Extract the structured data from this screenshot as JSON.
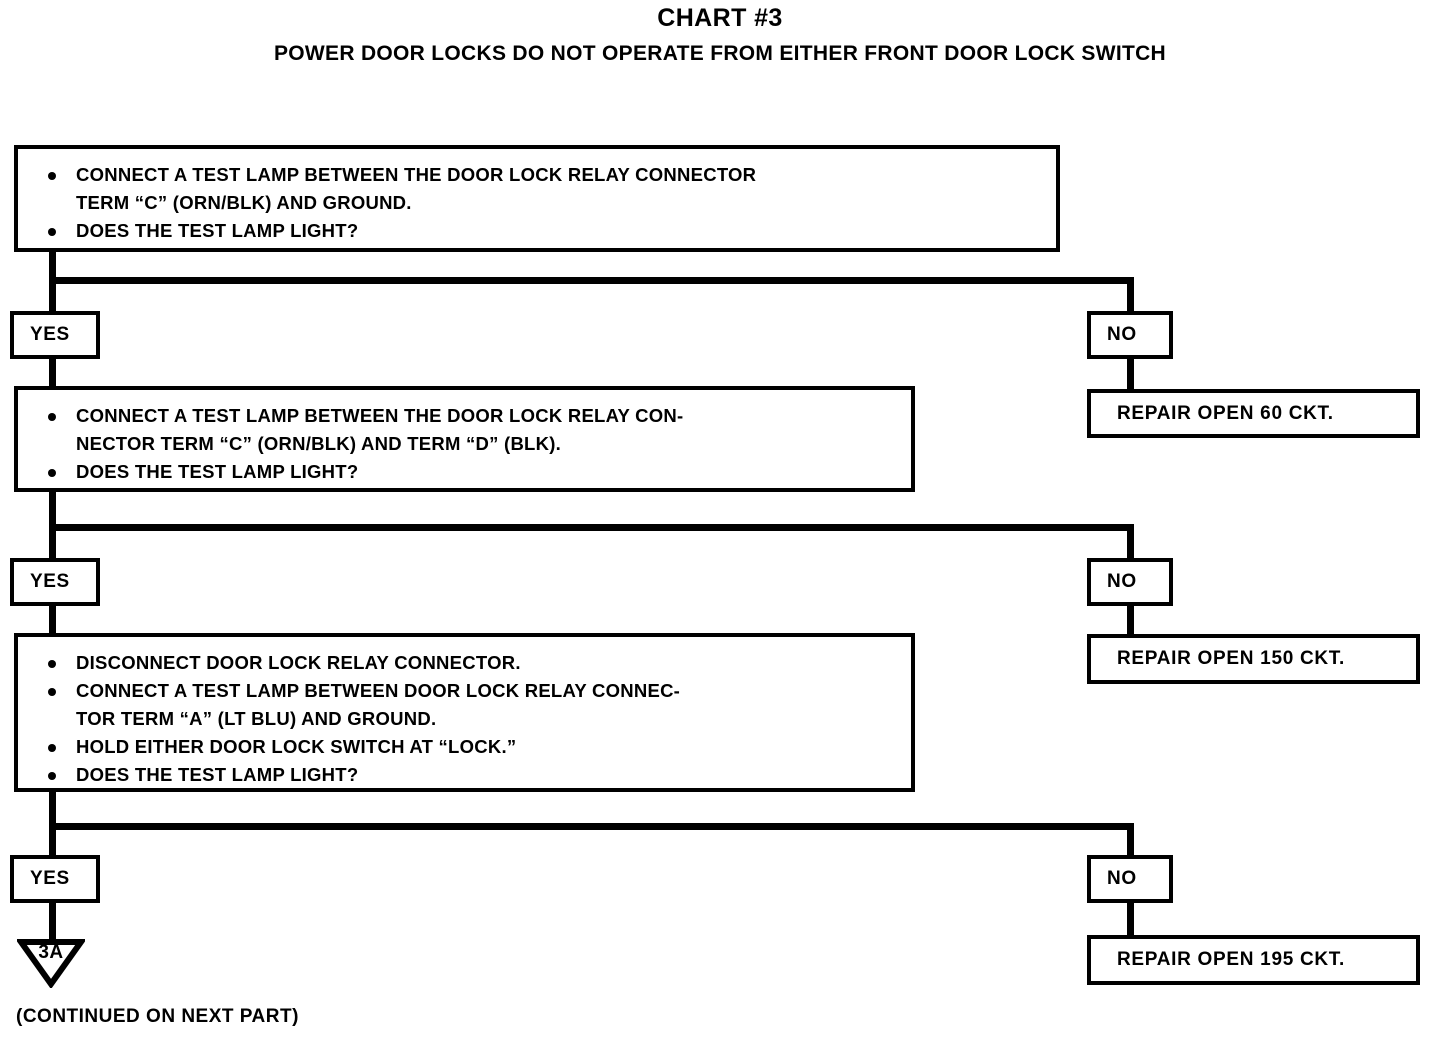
{
  "title": "CHART #3",
  "subtitle": "POWER DOOR LOCKS DO NOT OPERATE FROM EITHER FRONT DOOR LOCK SWITCH",
  "colors": {
    "ink": "#000000",
    "paper": "#ffffff"
  },
  "steps": [
    {
      "id": "step-1",
      "bullets": [
        "CONNECT A TEST LAMP BETWEEN THE DOOR LOCK RELAY CONNECTOR\nTERM “C” (ORN/BLK) AND GROUND.",
        "DOES THE TEST LAMP LIGHT?"
      ],
      "yes_label": "YES",
      "no_label": "NO",
      "no_result": "REPAIR OPEN 60 CKT."
    },
    {
      "id": "step-2",
      "bullets": [
        "CONNECT A TEST LAMP BETWEEN THE DOOR LOCK RELAY CON-\nNECTOR TERM “C” (ORN/BLK) AND TERM “D” (BLK).",
        "DOES THE TEST LAMP LIGHT?"
      ],
      "yes_label": "YES",
      "no_label": "NO",
      "no_result": "REPAIR OPEN 150 CKT."
    },
    {
      "id": "step-3",
      "bullets": [
        "DISCONNECT DOOR LOCK RELAY CONNECTOR.",
        "CONNECT A TEST LAMP BETWEEN DOOR LOCK RELAY CONNEC-\nTOR TERM “A” (LT BLU) AND GROUND.",
        "HOLD EITHER DOOR LOCK SWITCH AT “LOCK.”",
        "DOES THE TEST LAMP LIGHT?"
      ],
      "yes_label": "YES",
      "no_label": "NO",
      "no_result": "REPAIR OPEN 195 CKT."
    }
  ],
  "offpage_connector": {
    "label": "3A"
  },
  "footer_note": "(CONTINUED ON NEXT  PART)",
  "chart_data": {
    "type": "flowchart",
    "title": "CHART #3",
    "subtitle": "POWER DOOR LOCKS DO NOT OPERATE FROM EITHER FRONT DOOR LOCK SWITCH",
    "orientation": "top-to-bottom",
    "nodes": [
      {
        "id": "q1",
        "kind": "question",
        "text": "CONNECT A TEST LAMP BETWEEN THE DOOR LOCK RELAY CONNECTOR TERM “C” (ORN/BLK) AND GROUND. / DOES THE TEST LAMP LIGHT?"
      },
      {
        "id": "q1-yes",
        "kind": "branch",
        "text": "YES"
      },
      {
        "id": "q1-no",
        "kind": "branch",
        "text": "NO"
      },
      {
        "id": "r1",
        "kind": "action",
        "text": "REPAIR OPEN 60 CKT."
      },
      {
        "id": "q2",
        "kind": "question",
        "text": "CONNECT A TEST LAMP BETWEEN THE DOOR LOCK RELAY CONNECTOR TERM “C” (ORN/BLK) AND TERM “D” (BLK). / DOES THE TEST LAMP LIGHT?"
      },
      {
        "id": "q2-yes",
        "kind": "branch",
        "text": "YES"
      },
      {
        "id": "q2-no",
        "kind": "branch",
        "text": "NO"
      },
      {
        "id": "r2",
        "kind": "action",
        "text": "REPAIR OPEN 150 CKT."
      },
      {
        "id": "q3",
        "kind": "question",
        "text": "DISCONNECT DOOR LOCK RELAY CONNECTOR. / CONNECT A TEST LAMP BETWEEN DOOR LOCK RELAY CONNECTOR TERM “A” (LT BLU) AND GROUND. / HOLD EITHER DOOR LOCK SWITCH AT “LOCK.” / DOES THE TEST LAMP LIGHT?"
      },
      {
        "id": "q3-yes",
        "kind": "branch",
        "text": "YES"
      },
      {
        "id": "q3-no",
        "kind": "branch",
        "text": "NO"
      },
      {
        "id": "r3",
        "kind": "action",
        "text": "REPAIR OPEN 195 CKT."
      },
      {
        "id": "offpage",
        "kind": "offpage-connector",
        "text": "3A"
      }
    ],
    "edges": [
      {
        "from": "q1",
        "to": "q1-yes",
        "label": "YES"
      },
      {
        "from": "q1",
        "to": "q1-no",
        "label": "NO"
      },
      {
        "from": "q1-no",
        "to": "r1"
      },
      {
        "from": "q1-yes",
        "to": "q2"
      },
      {
        "from": "q2",
        "to": "q2-yes",
        "label": "YES"
      },
      {
        "from": "q2",
        "to": "q2-no",
        "label": "NO"
      },
      {
        "from": "q2-no",
        "to": "r2"
      },
      {
        "from": "q2-yes",
        "to": "q3"
      },
      {
        "from": "q3",
        "to": "q3-yes",
        "label": "YES"
      },
      {
        "from": "q3",
        "to": "q3-no",
        "label": "NO"
      },
      {
        "from": "q3-no",
        "to": "r3"
      },
      {
        "from": "q3-yes",
        "to": "offpage"
      }
    ],
    "footer": "(CONTINUED ON NEXT  PART)"
  }
}
